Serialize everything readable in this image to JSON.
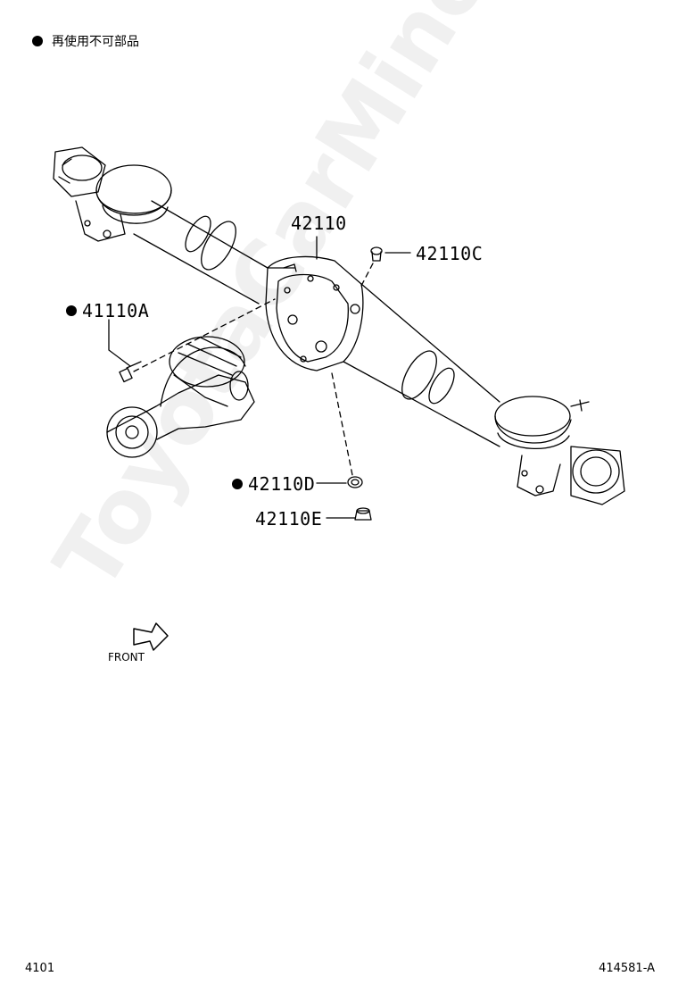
{
  "legend": {
    "text": "再使用不可部品"
  },
  "parts": {
    "housing": "42110",
    "breather": "42110C",
    "carrier_bolt": "41110A",
    "gasket": "42110D",
    "plug": "42110E"
  },
  "front_label": "FRONT",
  "footer": {
    "page": "4101",
    "figure_id": "414581-A"
  },
  "watermark": "ToyotaCarMine.ru"
}
